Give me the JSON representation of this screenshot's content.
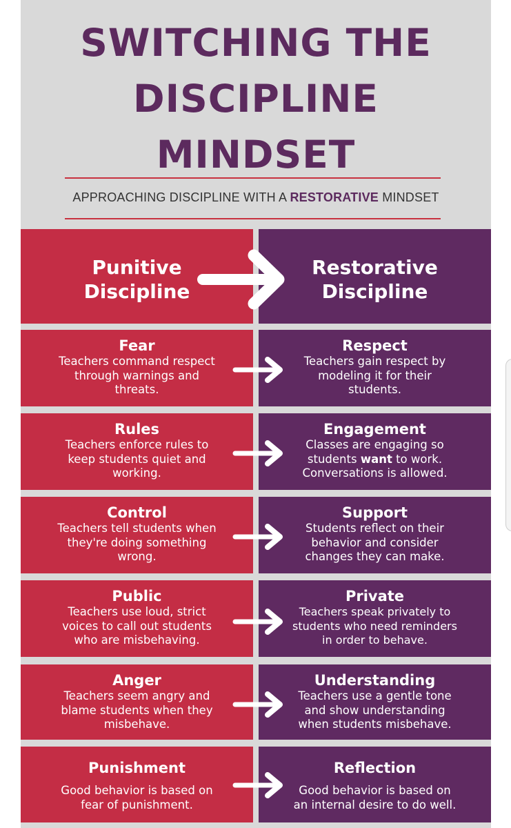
{
  "title": {
    "line1": "SWITCHING THE",
    "line2": "DISCIPLINE",
    "line3": "MINDSET"
  },
  "subtitle": {
    "before": "APPROACHING DISCIPLINE WITH A ",
    "emphasis": "RESTORATIVE",
    "after": " MINDSET"
  },
  "columns": {
    "left": {
      "line1": "Punitive",
      "line2": "Discipline"
    },
    "right": {
      "line1": "Restorative",
      "line2": "Discipline"
    }
  },
  "rows": [
    {
      "left": {
        "heading": "Fear",
        "lines": [
          "Teachers command respect",
          "through warnings and",
          "threats."
        ]
      },
      "right": {
        "heading": "Respect",
        "lines": [
          "Teachers gain respect by",
          "modeling it for their",
          "students."
        ]
      }
    },
    {
      "left": {
        "heading": "Rules",
        "lines": [
          "Teachers enforce rules to",
          "keep students quiet and",
          "working."
        ]
      },
      "right": {
        "heading": "Engagement",
        "lines": [
          "Classes are engaging so",
          "students ",
          "want",
          " to work.",
          "Conversations is allowed."
        ]
      }
    },
    {
      "left": {
        "heading": "Control",
        "lines": [
          "Teachers tell students when",
          "they're doing something",
          "wrong."
        ]
      },
      "right": {
        "heading": "Support",
        "lines": [
          "Students reflect on their",
          "behavior and consider",
          "changes they can make."
        ]
      }
    },
    {
      "left": {
        "heading": "Public",
        "lines": [
          "Teachers use loud, strict",
          "voices to call out students",
          "who are misbehaving."
        ]
      },
      "right": {
        "heading": "Private",
        "lines": [
          "Teachers speak privately to",
          "students who need reminders",
          "in order to behave."
        ]
      }
    },
    {
      "left": {
        "heading": "Anger",
        "lines": [
          "Teachers seem angry and",
          "blame students when they",
          "misbehave."
        ]
      },
      "right": {
        "heading": "Understanding",
        "lines": [
          "Teachers use a gentle tone",
          "and show understanding",
          "when students misbehave."
        ]
      }
    },
    {
      "left": {
        "heading": "Punishment",
        "lines": [
          "Good behavior is based on",
          "fear of punishment."
        ]
      },
      "right": {
        "heading": "Reflection",
        "lines": [
          "Good behavior is based on",
          "an internal desire to do well."
        ]
      }
    }
  ],
  "colors": {
    "punitive": "#c42d45",
    "restorative": "#5f2a61",
    "title": "#5c2a5e",
    "background": "#d9d9d9",
    "rule": "#c8313f"
  },
  "icons": {
    "transition": "right-arrow-icon"
  }
}
